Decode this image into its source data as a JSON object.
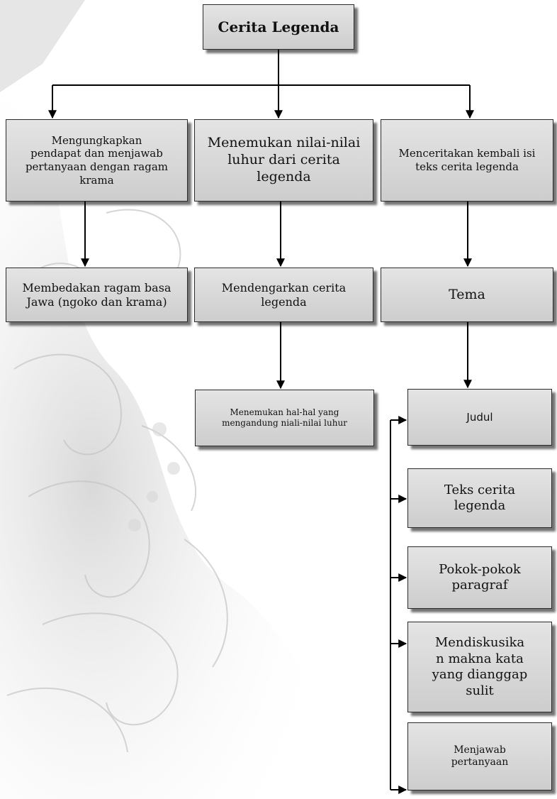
{
  "nodes": {
    "root": "Cerita Legenda",
    "a1": [
      "Mengungkapkan",
      "pendapat dan menjawab",
      "pertanyaan dengan ragam",
      "krama"
    ],
    "a2": [
      "Menemukan nilai-nilai",
      "luhur dari cerita",
      "legenda"
    ],
    "a3": [
      "Menceritakan kembali isi",
      "teks cerita legenda"
    ],
    "b1": [
      "Membedakan ragam basa",
      "Jawa (ngoko dan krama)"
    ],
    "b2": [
      "Mendengarkan cerita",
      "legenda"
    ],
    "b3": [
      "Tema"
    ],
    "c2": [
      "Menemukan hal-hal yang",
      "mengandung niali-nilai luhur"
    ],
    "d1": [
      "Judul"
    ],
    "d2": [
      "Teks cerita",
      "legenda"
    ],
    "d3": [
      "Pokok-pokok",
      "paragraf"
    ],
    "d5": [
      "Mendiskusika",
      "n makna kata",
      "yang dianggap",
      "sulit"
    ],
    "d6": [
      "Menjawab",
      "pertanyaan"
    ]
  },
  "colors": {
    "box_fill": "#d6d6d6",
    "line": "#000000"
  }
}
